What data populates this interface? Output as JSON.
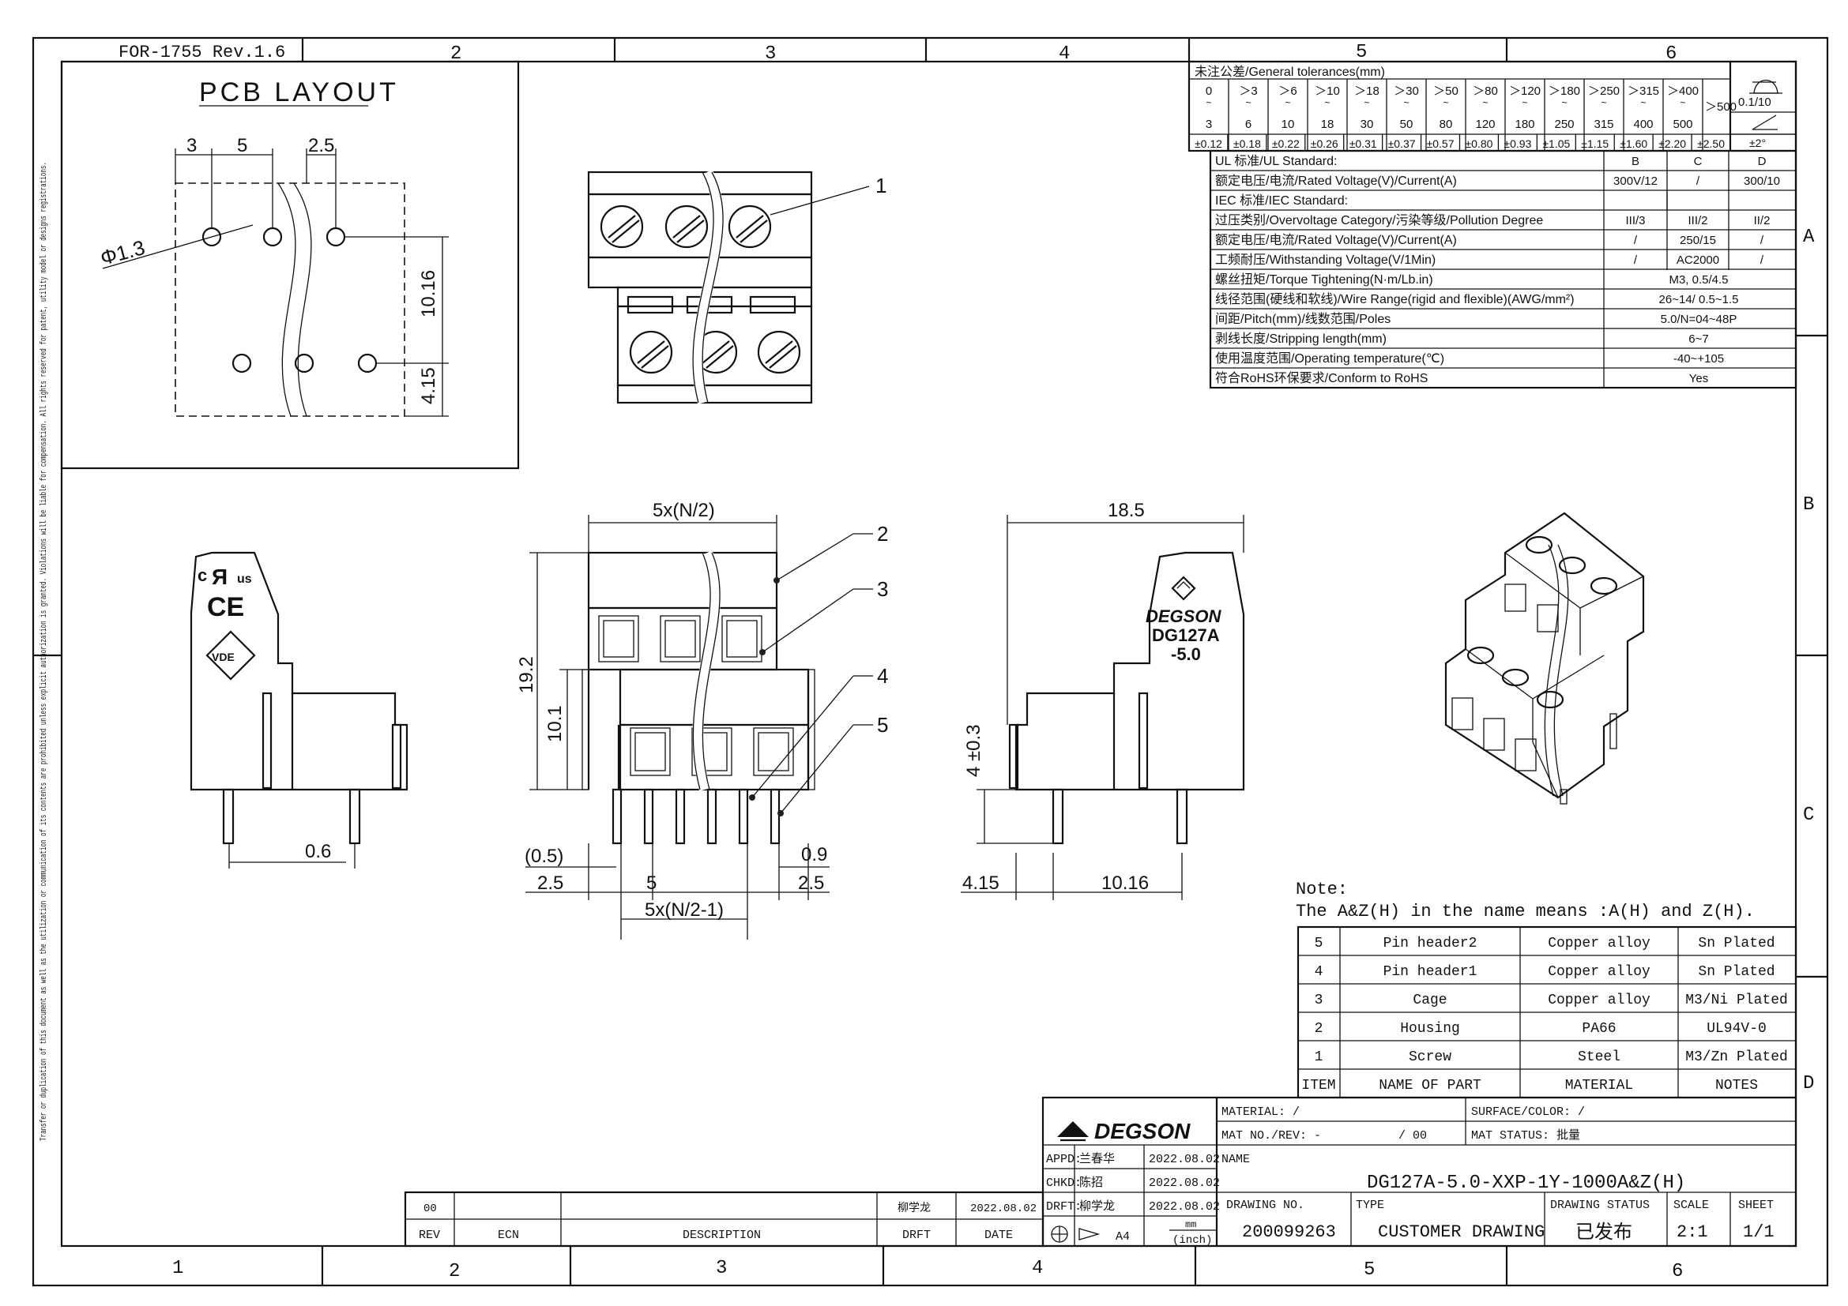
{
  "frame": {
    "form_id": "FOR-1755 Rev.1.6",
    "zones_top": [
      "2",
      "3",
      "4",
      "5",
      "6"
    ],
    "zones_bottom": [
      "1",
      "2",
      "3",
      "4",
      "5",
      "6"
    ],
    "rows_right": [
      "A",
      "B",
      "C",
      "D"
    ],
    "side_note": "Transfer or duplication of this document as well as the utilization or communication of its contents are prohibited unless explicit authorization is granted. Violations will be liable for compensation. All rights reserved for patent, utility model or designs registrations."
  },
  "pcb": {
    "title": "PCB LAYOUT",
    "dims": [
      "3",
      "5",
      "2.5",
      "10.16",
      "4.15"
    ],
    "hole": "Φ1.3"
  },
  "top_view": {
    "callout": "1"
  },
  "front": {
    "callouts": [
      "2",
      "3",
      "4",
      "5"
    ],
    "dims": [
      "5x(N/2)",
      "19.2",
      "10.1",
      "(0.5)",
      "0.9",
      "2.5",
      "5",
      "2.5",
      "5x(N/2-1)"
    ]
  },
  "left_side": {
    "dim": "0.6"
  },
  "right_side": {
    "brand": "DEGSON",
    "model": "DG127A",
    "pitch": "-5.0",
    "dims": [
      "18.5",
      "4 ±0.3",
      "4.15",
      "10.16"
    ]
  },
  "tolerances": {
    "title": "未注公差/General tolerances(mm)",
    "from": [
      "0",
      "＞3",
      "＞6",
      "＞10",
      "＞18",
      "＞30",
      "＞50",
      "＞80",
      "＞120",
      "＞180",
      "＞250",
      "＞315",
      "＞400"
    ],
    "to": [
      "3",
      "6",
      "10",
      "18",
      "30",
      "50",
      "80",
      "120",
      "180",
      "250",
      "315",
      "400",
      "500"
    ],
    "last": "＞500",
    "tol": [
      "±0.12",
      "±0.18",
      "±0.22",
      "±0.26",
      "±0.31",
      "±0.37",
      "±0.57",
      "±0.80",
      "±0.93",
      "±1.05",
      "±1.15",
      "±1.60",
      "±2.20",
      "±2.50"
    ],
    "finish": "0.1/10",
    "angle": "±2°"
  },
  "specs": {
    "ul_label": "UL 标准/UL Standard:",
    "ul_cols": [
      "B",
      "C",
      "D"
    ],
    "ul_rated_label": "额定电压/电流/Rated Voltage(V)/Current(A)",
    "ul_rated": [
      "300V/12",
      "/",
      "300/10"
    ],
    "iec_label": "IEC 标准/IEC Standard:",
    "rows": [
      {
        "label": "过压类别/Overvoltage Category/污染等级/Pollution Degree",
        "vals": [
          "III/3",
          "III/2",
          "II/2"
        ]
      },
      {
        "label": "额定电压/电流/Rated Voltage(V)/Current(A)",
        "vals": [
          "/",
          "250/15",
          "/"
        ]
      },
      {
        "label": "工频耐压/Withstanding Voltage(V/1Min)",
        "vals": [
          "/",
          "AC2000",
          "/"
        ]
      },
      {
        "label": "螺丝扭矩/Torque Tightening(N·m/Lb.in)",
        "val": "M3, 0.5/4.5"
      },
      {
        "label": "线径范围(硬线和软线)/Wire Range(rigid and flexible)(AWG/mm²)",
        "val": "26~14/ 0.5~1.5"
      },
      {
        "label": "间距/Pitch(mm)/线数范围/Poles",
        "val": "5.0/N=04~48P"
      },
      {
        "label": "剥线长度/Stripping length(mm)",
        "val": "6~7"
      },
      {
        "label": "使用温度范围/Operating temperature(℃)",
        "val": "-40~+105"
      },
      {
        "label": "符合RoHS环保要求/Conform to RoHS",
        "val": "Yes"
      }
    ]
  },
  "note": {
    "title": "Note:",
    "text": "The A&Z(H) in the name means :A(H) and Z(H)."
  },
  "bom": {
    "headers": [
      "ITEM",
      "NAME OF PART",
      "MATERIAL",
      "NOTES"
    ],
    "rows": [
      [
        "5",
        "Pin header2",
        "Copper alloy",
        "Sn Plated"
      ],
      [
        "4",
        "Pin header1",
        "Copper alloy",
        "Sn Plated"
      ],
      [
        "3",
        "Cage",
        "Copper alloy",
        "M3/Ni Plated"
      ],
      [
        "2",
        "Housing",
        "PA66",
        "UL94V-0"
      ],
      [
        "1",
        "Screw",
        "Steel",
        "M3/Zn Plated"
      ]
    ]
  },
  "title_block": {
    "logo": "DEGSON",
    "material": "MATERIAL: /",
    "surface": "SURFACE/COLOR:   /",
    "mat_no": "MAT NO./REV:  -",
    "rev": "/ 00",
    "mat_status": "MAT STATUS:  批量",
    "appd_label": "APPD:",
    "appd_name": "兰春华",
    "appd_date": "2022.08.02",
    "chkd_label": "CHKD:",
    "chkd_name": "陈招",
    "chkd_date": "2022.08.02",
    "drft_label": "DRFT:",
    "drft_name": "柳学龙",
    "drft_date": "2022.08.02",
    "name_label": "NAME",
    "name": "DG127A-5.0-XXP-1Y-1000A&Z(H)",
    "size": "A4",
    "unit_mm": "mm",
    "unit_inch": "(inch)",
    "drawing_no_label": "DRAWING NO.",
    "drawing_no": "200099263",
    "type_label": "TYPE",
    "type": "CUSTOMER DRAWING",
    "status_label": "DRAWING STATUS",
    "status": "已发布",
    "scale_label": "SCALE",
    "scale": "2:1",
    "sheet_label": "SHEET",
    "sheet": "1/1"
  },
  "revision": {
    "row": [
      "00",
      "",
      "",
      "柳学龙",
      "2022.08.02"
    ],
    "headers": [
      "REV",
      "ECN",
      "DESCRIPTION",
      "DRFT",
      "DATE"
    ]
  }
}
